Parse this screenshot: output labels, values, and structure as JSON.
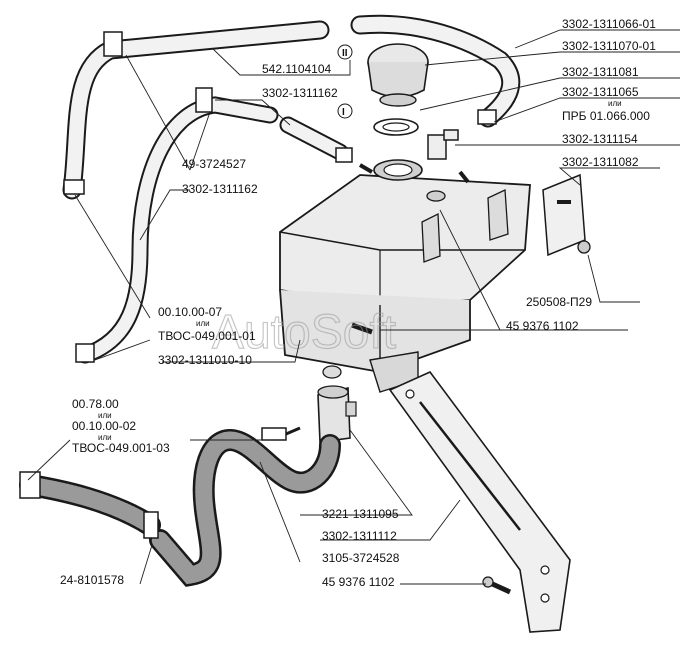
{
  "watermark": "AutoSoft",
  "markers": {
    "one": "I",
    "two": "II"
  },
  "or_word": "или",
  "labels": {
    "l3302_1311066_01": "3302-1311066-01",
    "l3302_1311070_01": "3302-1311070-01",
    "l3302_1311081": "3302-1311081",
    "l3302_1311065": "3302-1311065",
    "lprb": "ПРБ 01.066.000",
    "l3302_1311154": "3302-1311154",
    "l3302_1311082": "3302-1311082",
    "l542_1104104": "542.1104104",
    "l3302_1311162_top": "3302-1311162",
    "l49_3724527": "49-3724527",
    "l3302_1311162_mid": "3302-1311162",
    "l250508": "250508-П29",
    "l459376_a": "45 9376 1102",
    "l00_10_00_07": "00.10.00-07",
    "ltboc_01": "ТВОС-049.001-01",
    "l3302_1311010_10": "3302-1311010-10",
    "l00_78_00": "00.78.00",
    "l00_10_00_02": "00.10.00-02",
    "ltboc_03": "ТВОС-049.001-03",
    "l3221_1311095": "3221-1311095",
    "l3302_1311112": "3302-1311112",
    "l3105_3724528": "3105-3724528",
    "l24_8101578": "24-8101578",
    "l459376_b": "45 9376 1102"
  },
  "colors": {
    "line": "#1a1a1a",
    "shade": "#d9d9d9",
    "body": "#eeeeee"
  }
}
